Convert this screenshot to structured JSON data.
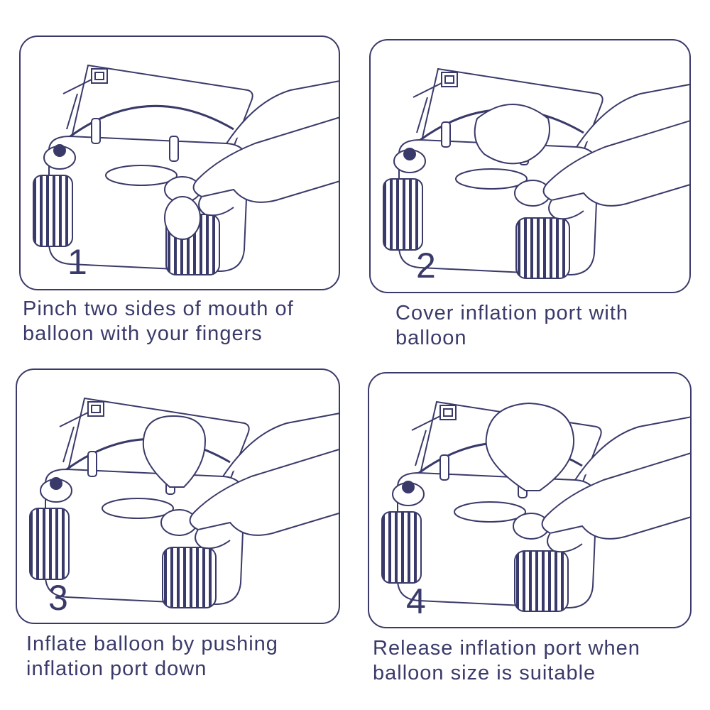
{
  "ink_color": "#3a3a6a",
  "steps": [
    {
      "number": "1",
      "caption": [
        "Pinch two sides of mouth of",
        "balloon with your fingers"
      ]
    },
    {
      "number": "2",
      "caption": [
        "Cover inflation port with",
        "balloon"
      ]
    },
    {
      "number": "3",
      "caption": [
        "Inflate balloon by pushing",
        "inflation port down"
      ]
    },
    {
      "number": "4",
      "caption": [
        "Release inflation port when",
        "balloon size is suitable"
      ]
    }
  ]
}
